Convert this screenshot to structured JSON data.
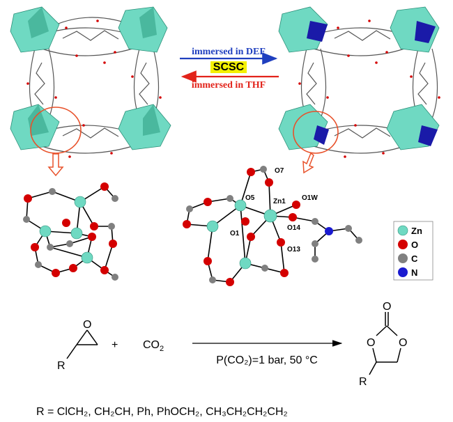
{
  "reaction_top": {
    "forward_label": "immersed in DEF",
    "center_label": "SCSC",
    "reverse_label": "immersed in THF",
    "forward_color": "#1f3fbf",
    "reverse_color": "#e2231a",
    "center_highlight": "#f4f000"
  },
  "colors": {
    "polyhedron": "#6fd9c2",
    "polyhedron_dark": "#3aa98f",
    "blue_poly": "#1a1aa8",
    "highlight_circle": "#e8512a",
    "zn": "#6fd9c2",
    "o": "#d40000",
    "c": "#808080",
    "n": "#1a1ad0"
  },
  "atom_labels": {
    "o7": "O7",
    "o5": "O5",
    "zn1": "Zn1",
    "o1w": "O1W",
    "o14": "O14",
    "o1": "O1",
    "o13": "O13"
  },
  "legend": [
    {
      "symbol": "Zn",
      "color": "#6fd9c2"
    },
    {
      "symbol": "O",
      "color": "#d40000"
    },
    {
      "symbol": "C",
      "color": "#808080"
    },
    {
      "symbol": "N",
      "color": "#1a1ad0"
    }
  ],
  "catalysis": {
    "epoxide_r": "R",
    "plus": "+",
    "co2": "CO",
    "co2_sub": "2",
    "condition": "P(CO₂)=1 bar, 50 °C",
    "product_o_top": "O",
    "product_o_left": "O",
    "product_o_right": "O",
    "product_r": "R"
  },
  "r_groups_line": "R = ClCH₂, CH₂CH, Ph, PhOCH₂, CH₃CH₂CH₂CH₂"
}
